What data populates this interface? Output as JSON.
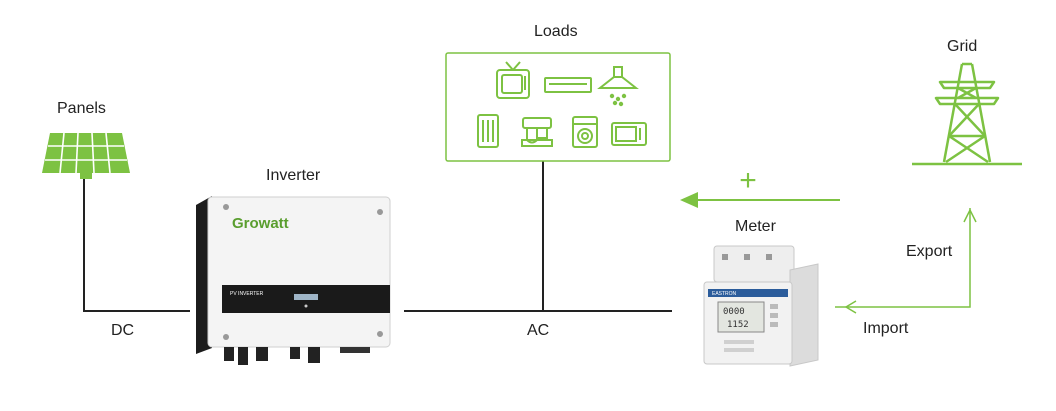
{
  "labels": {
    "panels": "Panels",
    "inverter": "Inverter",
    "loads": "Loads",
    "grid": "Grid",
    "meter": "Meter",
    "dc": "DC",
    "ac": "AC",
    "export": "Export",
    "import": "Import"
  },
  "inverter": {
    "brand": "Growatt",
    "panel_text": "PV INVERTER"
  },
  "meter": {
    "brand": "EASTRON",
    "reading_top": "0000",
    "reading_bottom": "1152"
  },
  "flow_symbol": "+",
  "colors": {
    "accent_green": "#7dc242",
    "line": "#222222",
    "inverter_body": "#f4f4f4",
    "inverter_side": "#1c1c1c"
  },
  "icons": [
    "solar-panel-icon",
    "tv-icon",
    "air-conditioner-icon",
    "range-hood-icon",
    "heater-icon",
    "mixer-icon",
    "washing-machine-icon",
    "microwave-icon",
    "transmission-tower-icon"
  ]
}
